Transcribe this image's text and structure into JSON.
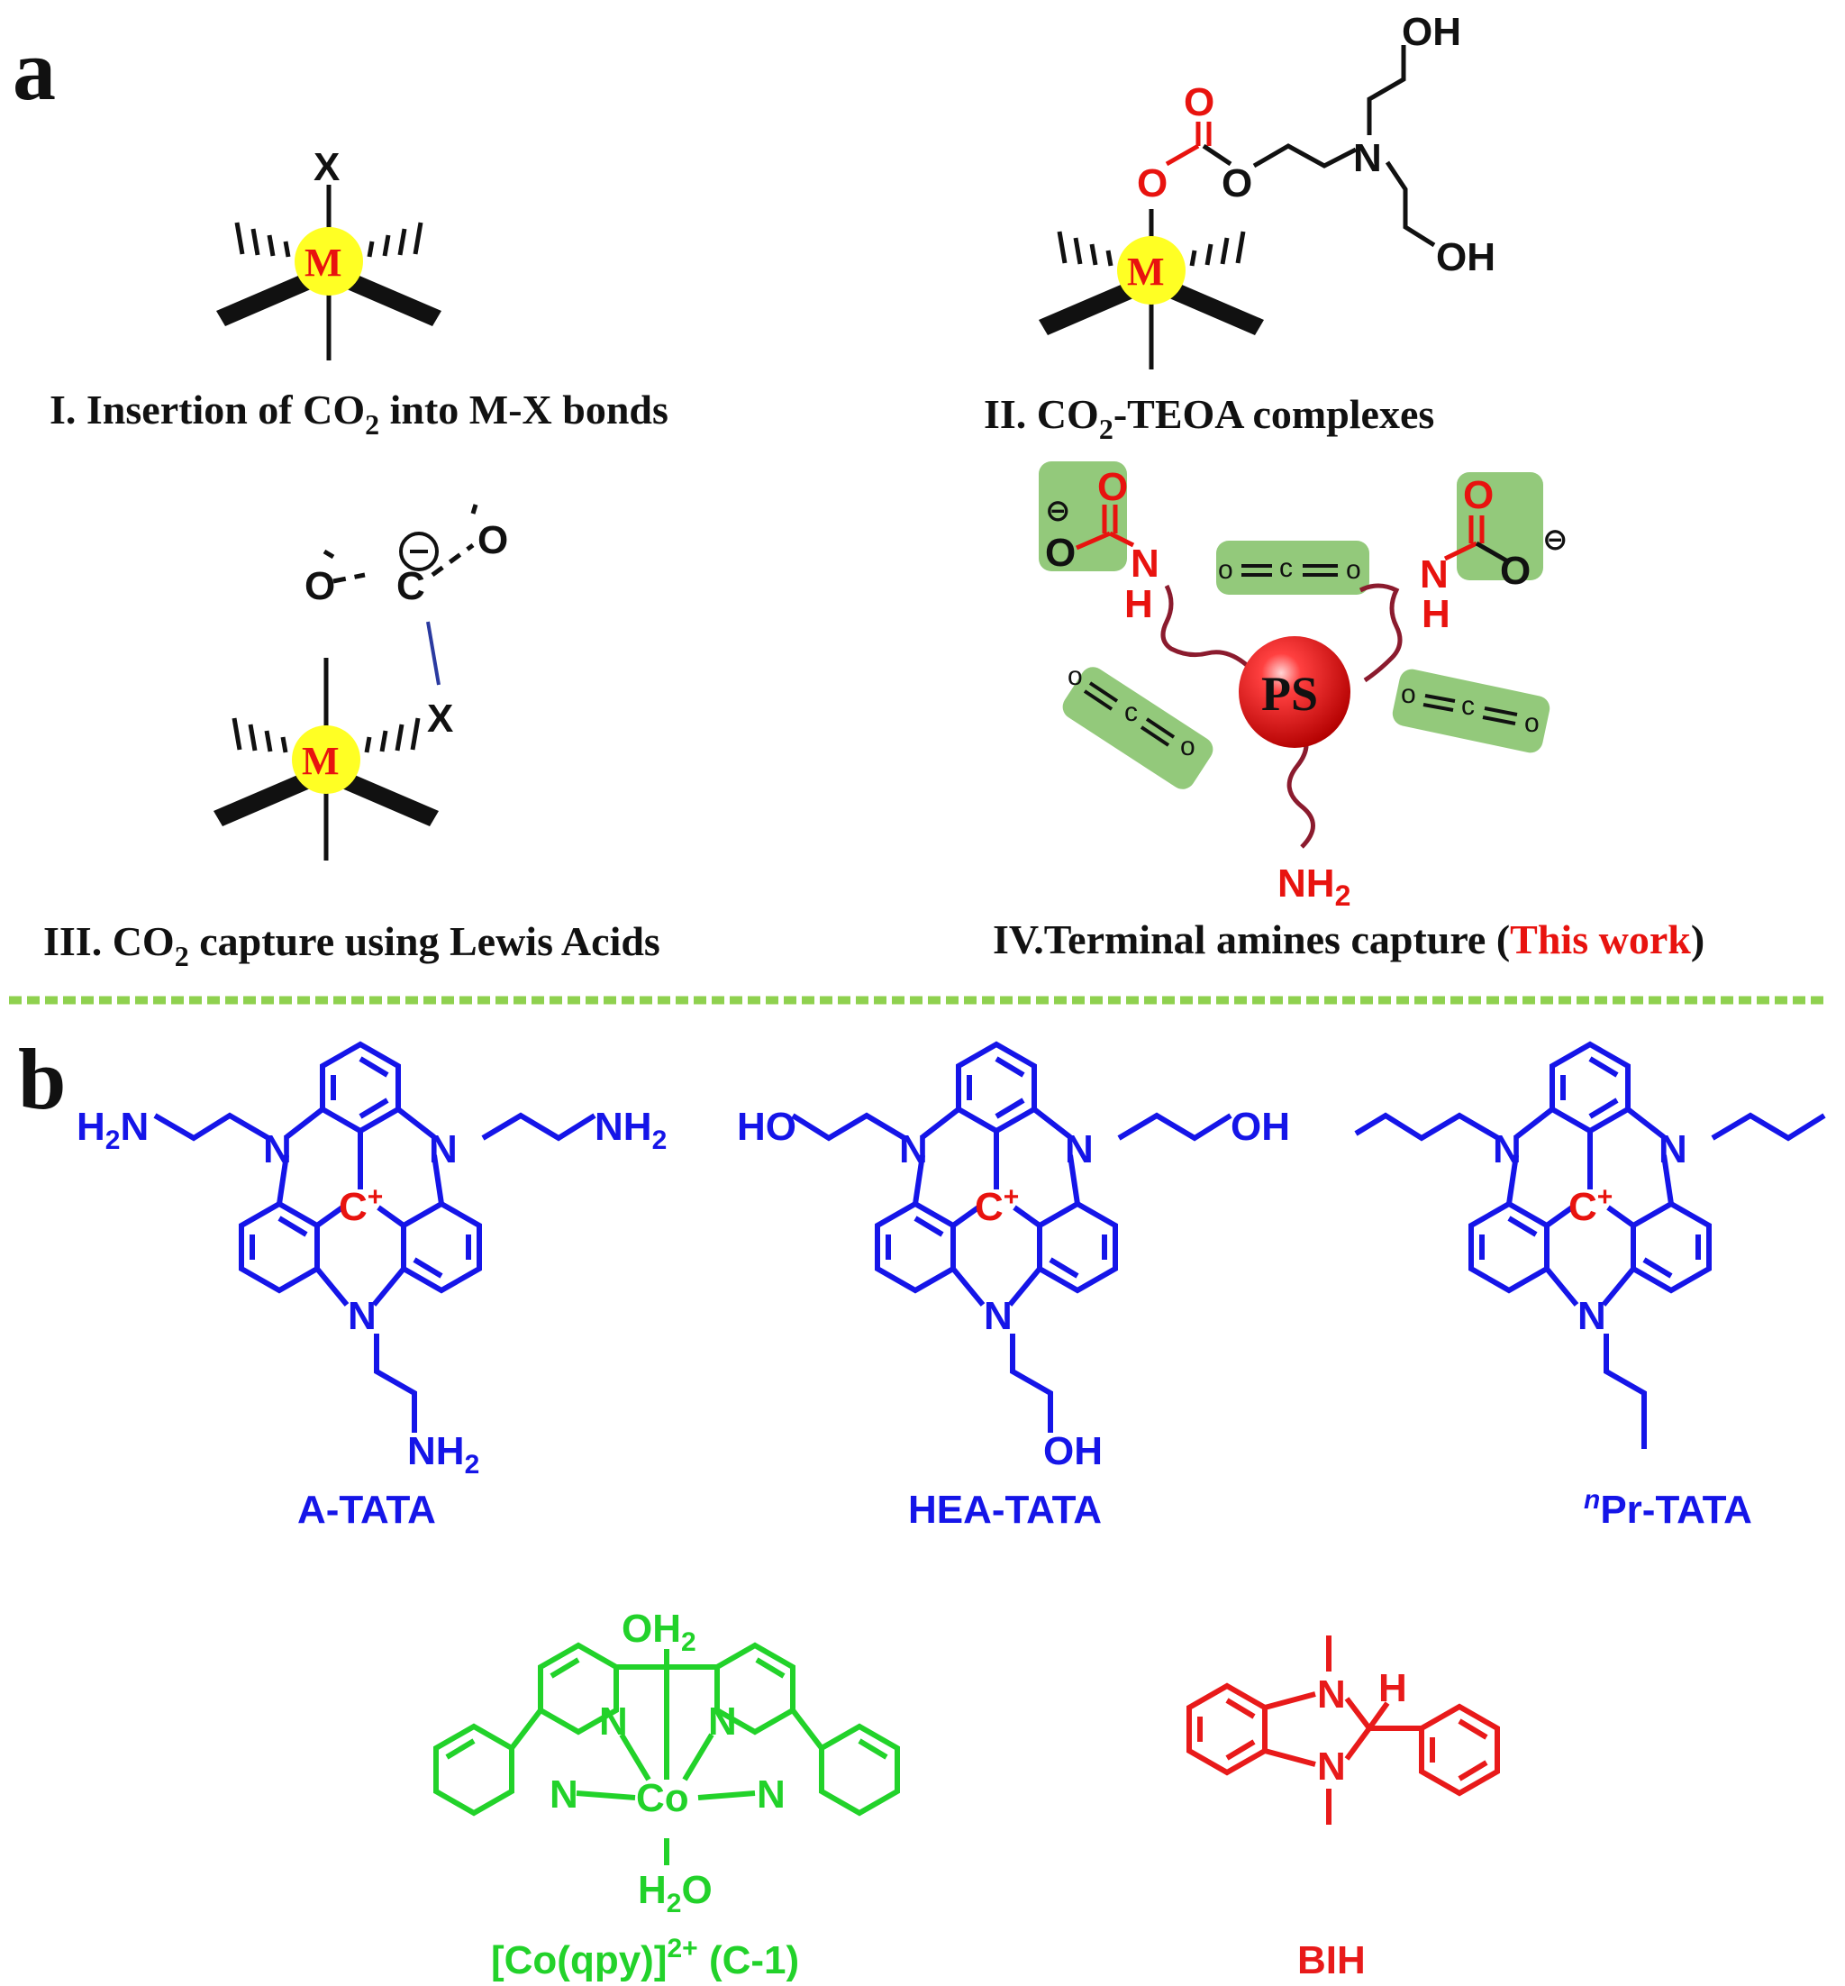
{
  "panel_a": {
    "letter": "a",
    "captions": {
      "I": {
        "pre": "I. Insertion of CO",
        "sub": "2",
        "post": " into M-X bonds"
      },
      "II": {
        "pre": "II. CO",
        "sub": "2",
        "post": "-TEOA complexes"
      },
      "III": {
        "pre": "III. CO",
        "sub": "2",
        "post": " capture using Lewis Acids"
      },
      "IV": {
        "pre": "IV.Terminal amines capture (",
        "highlight": "This work",
        "post": ")"
      }
    },
    "atoms": {
      "metal": "M",
      "x": "X",
      "o": "O",
      "c": "C",
      "n": "N",
      "h": "H",
      "oh": "OH",
      "nh2_main": "NH",
      "nh2_sub": "2",
      "ps": "PS",
      "minus": "⊖"
    },
    "colors": {
      "metal_fill": "#ffff24",
      "red": "#e8130f",
      "co2_box": "#93c97b",
      "chain": "#8b1b2e"
    }
  },
  "divider_color": "#8fd14f",
  "panel_b": {
    "letter": "b",
    "compounds": {
      "a_tata": {
        "name": "A-TATA",
        "group": "NH",
        "group_sub": "2",
        "group_pre": "H",
        "group_pre_sub": "2"
      },
      "hea_tata": {
        "name": "HEA-TATA",
        "group": "OH",
        "group_left": "HO"
      },
      "npr_tata": {
        "name_sup": "n",
        "name": "Pr-TATA"
      },
      "cation": "C",
      "plus": "+",
      "n": "N",
      "c1": {
        "name_pre": "[Co(qpy)]",
        "name_sup": "2+",
        "name_post": " (C-1)",
        "metal": "Co",
        "top": "OH",
        "top_sub": "2",
        "bottom_pre": "H",
        "bottom_sub": "2",
        "bottom_post": "O"
      },
      "bih": {
        "name": "BIH",
        "h": "H"
      }
    },
    "colors": {
      "tata": "#1515e8",
      "c1": "#22d22a",
      "bih": "#e81a1a"
    }
  }
}
